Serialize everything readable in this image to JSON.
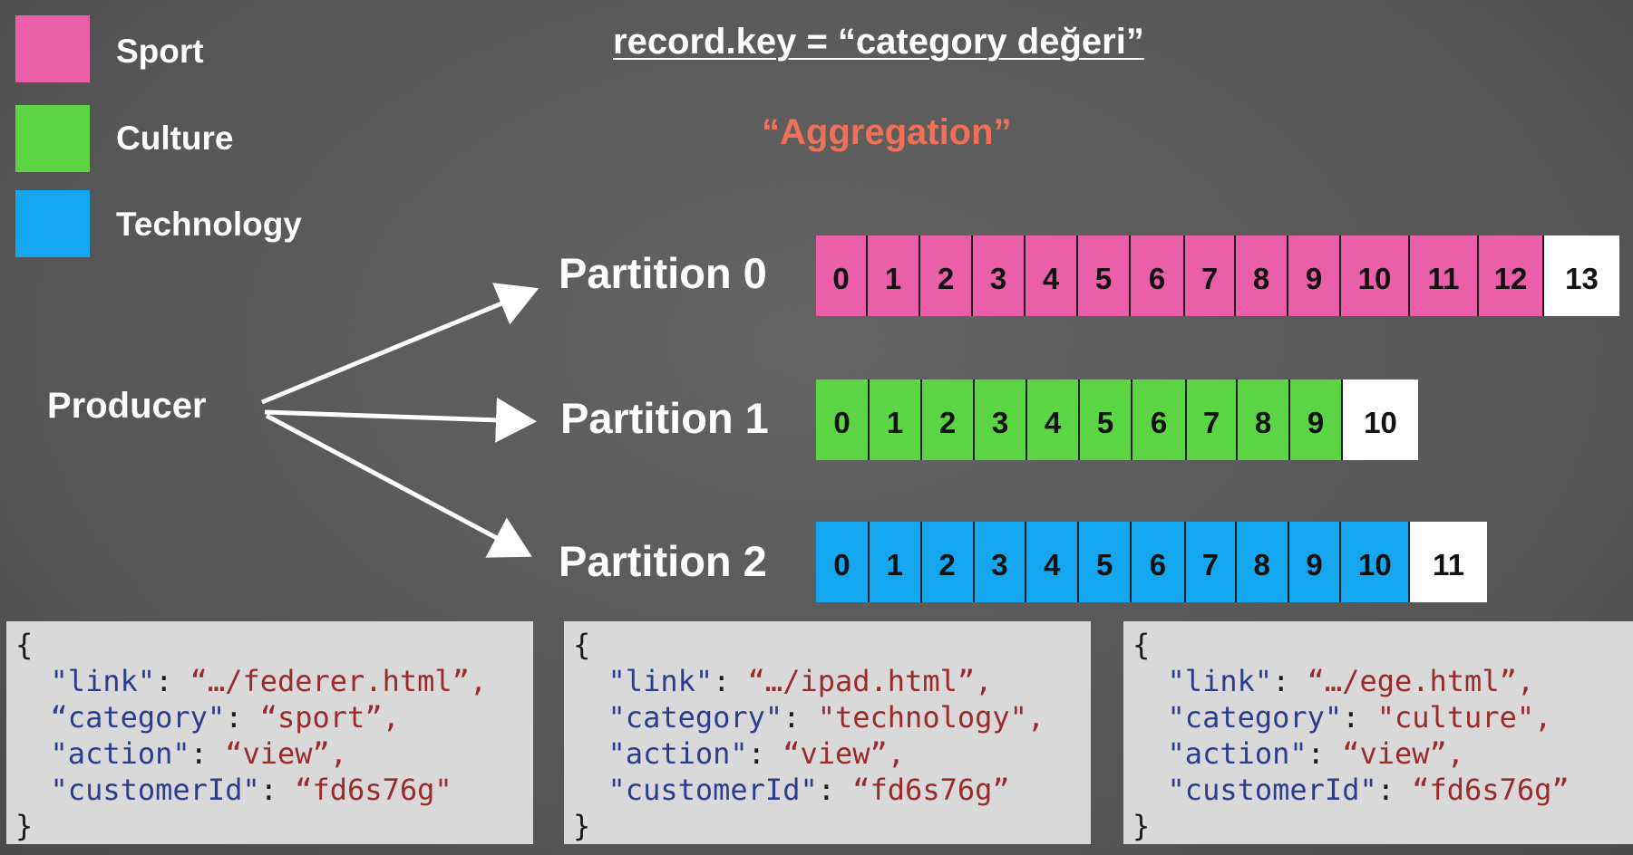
{
  "legend": [
    {
      "label": "Sport",
      "color": "#ea5fa7"
    },
    {
      "label": "Culture",
      "color": "#5bd544"
    },
    {
      "label": "Technology",
      "color": "#14a6ef"
    }
  ],
  "title": "record.key = “category değeri”",
  "subtitle": "“Aggregation”",
  "producer_label": "Producer",
  "partitions": [
    {
      "label": "Partition 0",
      "color": "#ea5fa7",
      "offsets": [
        "0",
        "1",
        "2",
        "3",
        "4",
        "5",
        "6",
        "7",
        "8",
        "9",
        "10",
        "11",
        "12"
      ],
      "next_offset": "13"
    },
    {
      "label": "Partition 1",
      "color": "#5bd544",
      "offsets": [
        "0",
        "1",
        "2",
        "3",
        "4",
        "5",
        "6",
        "7",
        "8",
        "9"
      ],
      "next_offset": "10"
    },
    {
      "label": "Partition 2",
      "color": "#14a6ef",
      "offsets": [
        "0",
        "1",
        "2",
        "3",
        "4",
        "5",
        "6",
        "7",
        "8",
        "9",
        "10"
      ],
      "next_offset": "11"
    }
  ],
  "messages": [
    {
      "open": "{",
      "lines": [
        [
          "\"link\"",
          "“…/federer.html”,"
        ],
        [
          "“category\"",
          "“sport”,"
        ],
        [
          "\"action\"",
          "“view”,"
        ],
        [
          "\"customerId\"",
          "“fd6s76g\""
        ]
      ],
      "close": "}"
    },
    {
      "open": "{",
      "lines": [
        [
          "\"link\"",
          "“…/ipad.html”,"
        ],
        [
          "\"category\"",
          "\"technology\","
        ],
        [
          "\"action\"",
          "“view”,"
        ],
        [
          "\"customerId\"",
          "“fd6s76g”"
        ]
      ],
      "close": "}"
    },
    {
      "open": "{",
      "lines": [
        [
          "\"link\"",
          "“…/ege.html”,"
        ],
        [
          "\"category\"",
          "\"culture\","
        ],
        [
          "\"action\"",
          "“view”,"
        ],
        [
          "\"customerId\"",
          "“fd6s76g”"
        ]
      ],
      "close": "}"
    }
  ]
}
